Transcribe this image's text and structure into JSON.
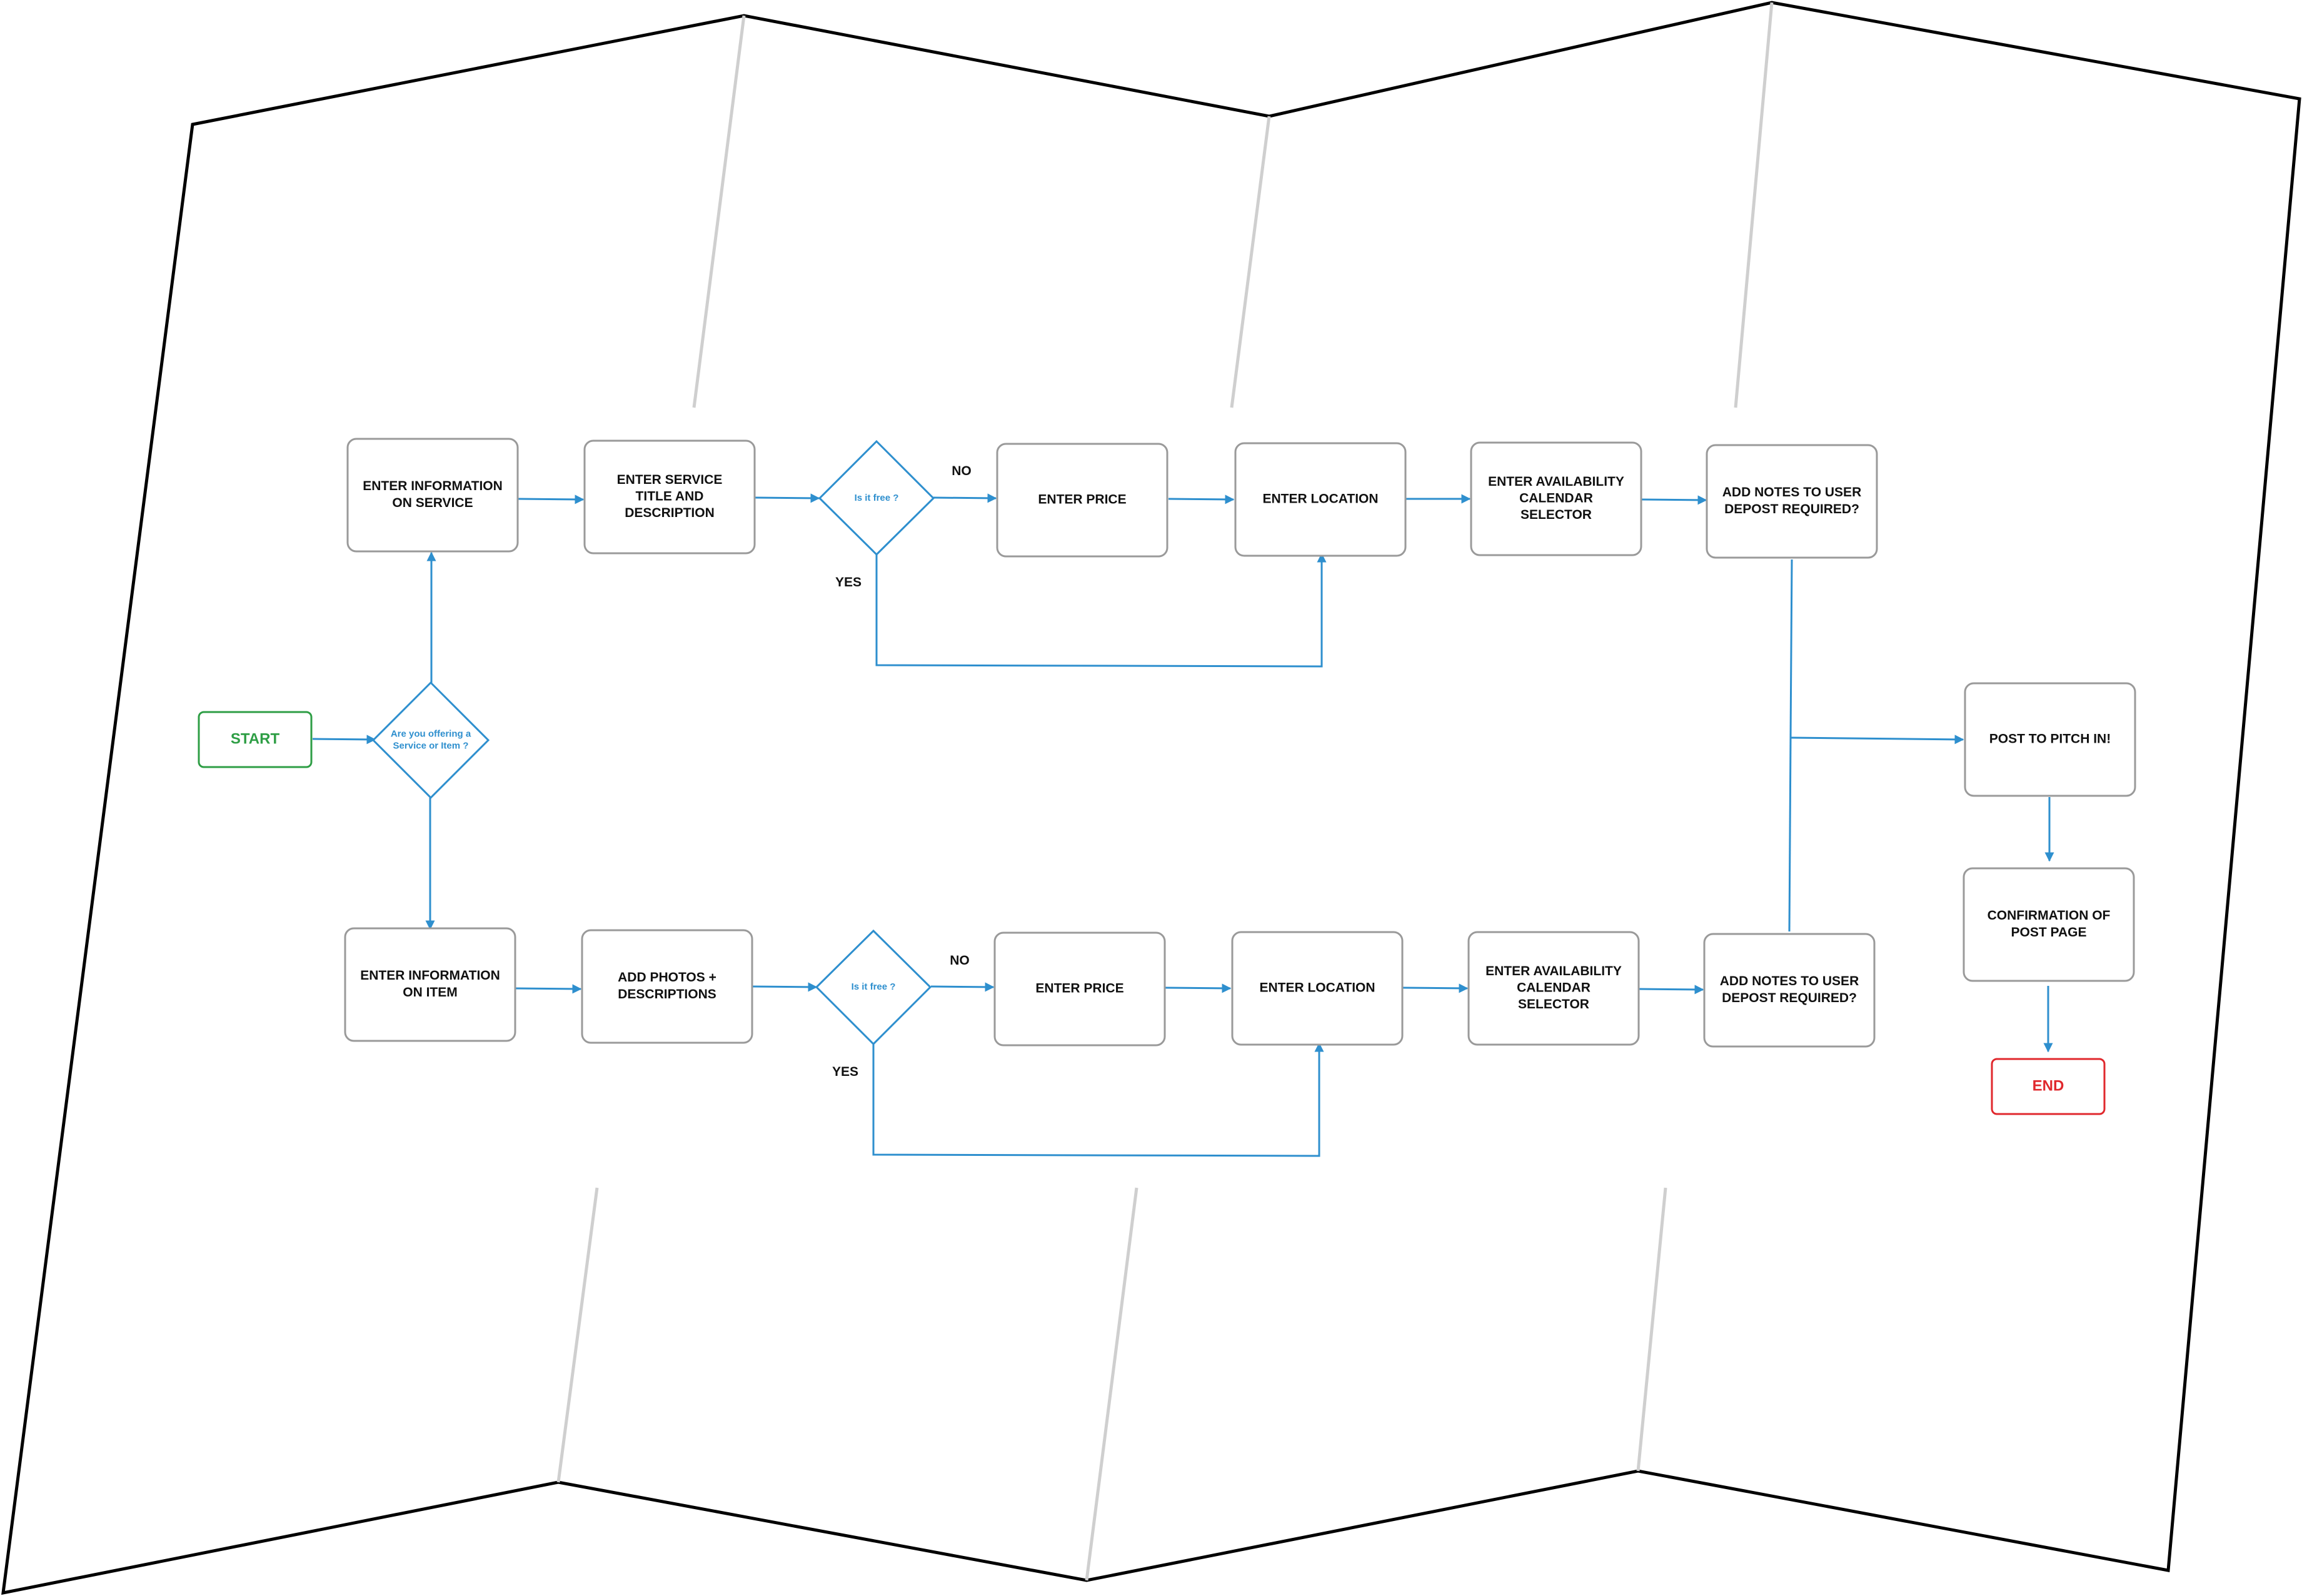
{
  "colors": {
    "flow": "#2e8fce",
    "start": "#2e9e45",
    "end": "#e0282d",
    "node_border": "#9a9a9a"
  },
  "start": {
    "label": "START"
  },
  "end": {
    "label": "END"
  },
  "main_decision": {
    "lines": [
      "Are you offering a",
      "Service or Item ?"
    ]
  },
  "service_path": {
    "info": [
      "ENTER INFORMATION",
      "ON  SERVICE"
    ],
    "title": [
      "ENTER SERVICE",
      "TITLE AND",
      "DESCRIPTION"
    ],
    "decision": [
      "Is it free ?"
    ],
    "no_label": "NO",
    "yes_label": "YES",
    "price": [
      "ENTER PRICE"
    ],
    "location": [
      "ENTER LOCATION"
    ],
    "availability": [
      "ENTER AVAILABILITY",
      "CALENDAR",
      "SELECTOR"
    ],
    "notes": [
      "ADD NOTES TO USER",
      "DEPOST REQUIRED?"
    ]
  },
  "item_path": {
    "info": [
      "ENTER INFORMATION",
      "ON  ITEM"
    ],
    "photos": [
      "ADD PHOTOS +",
      "DESCRIPTIONS"
    ],
    "decision": [
      "Is it free ?"
    ],
    "no_label": "NO",
    "yes_label": "YES",
    "price": [
      "ENTER PRICE"
    ],
    "location": [
      "ENTER LOCATION"
    ],
    "availability": [
      "ENTER AVAILABILITY",
      "CALENDAR",
      "SELECTOR"
    ],
    "notes": [
      "ADD NOTES TO USER",
      "DEPOST REQUIRED?"
    ]
  },
  "post": [
    "POST TO PITCH IN!"
  ],
  "confirmation": [
    "CONFIRMATION OF",
    "POST PAGE"
  ]
}
